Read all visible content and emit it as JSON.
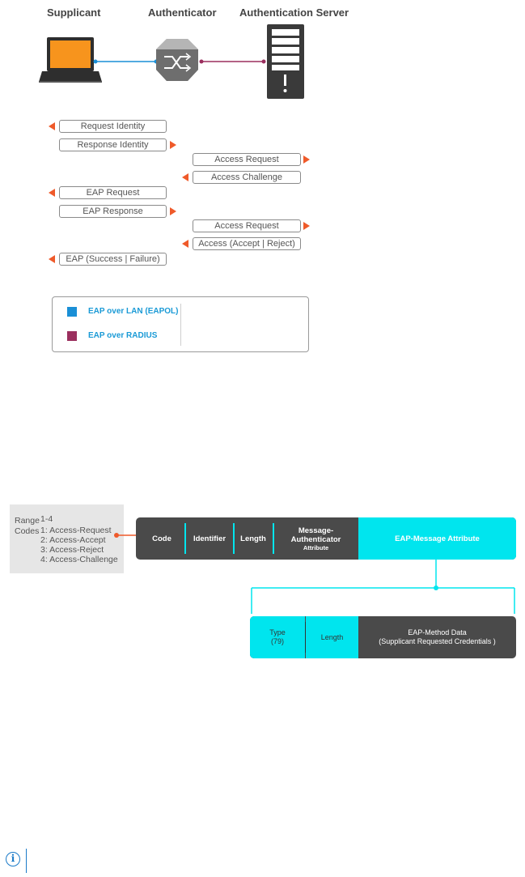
{
  "header": {
    "supplicant": "Supplicant",
    "authenticator": "Authenticator",
    "server": "Authentication Server"
  },
  "colors": {
    "eapol": "#1a8fd6",
    "radius": "#9b2f5e",
    "arrow": "#ef5a2a",
    "cyan": "#00e5ee",
    "dark": "#4a4a4a"
  },
  "messages": [
    "Request Identity",
    "Response Identity",
    "Access Request",
    "Access Challenge",
    "EAP Request",
    "EAP Response",
    "Access Request",
    "Access (Accept | Reject)",
    "EAP (Success | Failure)"
  ],
  "legend": {
    "eapol": "EAP over LAN (EAPOL)",
    "radius": "EAP over RADIUS"
  },
  "codes": {
    "range_label": "Range",
    "range_value": "1-4",
    "codes_label": "Codes",
    "items": [
      "1:  Access-Request",
      "2:  Access-Accept",
      "3:  Access-Reject",
      "4:  Access-Challenge"
    ]
  },
  "packet": {
    "code": "Code",
    "identifier": "Identifier",
    "length": "Length",
    "msg_auth": "Message-Authenticator",
    "msg_auth_sub": "Attribute",
    "eap_message": "EAP-Message Attribute"
  },
  "sub_packet": {
    "type": "Type",
    "type_value": "(79)",
    "length": "Length",
    "method_data": "EAP-Method Data",
    "method_data_sub": "(Supplicant Requested Credentials )"
  },
  "note_icon": "info-icon"
}
